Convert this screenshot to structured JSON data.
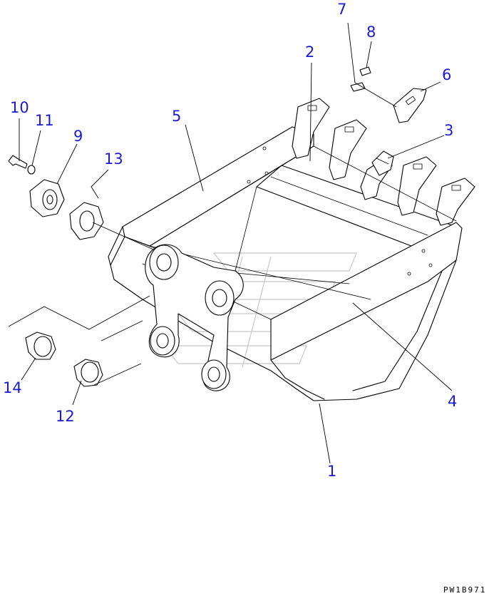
{
  "callouts": [
    {
      "id": "1",
      "label": "1"
    },
    {
      "id": "2",
      "label": "2"
    },
    {
      "id": "3",
      "label": "3"
    },
    {
      "id": "4",
      "label": "4"
    },
    {
      "id": "5",
      "label": "5"
    },
    {
      "id": "6",
      "label": "6"
    },
    {
      "id": "7",
      "label": "7"
    },
    {
      "id": "8",
      "label": "8"
    },
    {
      "id": "9",
      "label": "9"
    },
    {
      "id": "10",
      "label": "10"
    },
    {
      "id": "11",
      "label": "11"
    },
    {
      "id": "12",
      "label": "12"
    },
    {
      "id": "13",
      "label": "13"
    },
    {
      "id": "14",
      "label": "14"
    }
  ],
  "drawing_code": "PW1B971",
  "colors": {
    "callout": "#1a1ad6",
    "line": "#000000",
    "watermark": "#c8c8c8"
  }
}
